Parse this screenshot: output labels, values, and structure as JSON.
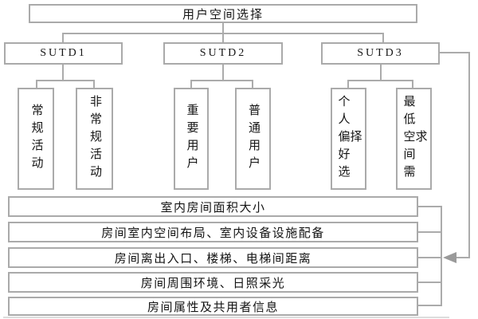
{
  "diagram": {
    "type": "flowchart",
    "title_box": {
      "label": "用户空间选择"
    },
    "branches": [
      {
        "label": "SUTD1",
        "children": [
          {
            "label": "常规活动"
          },
          {
            "label": "非常规活动"
          }
        ]
      },
      {
        "label": "SUTD2",
        "children": [
          {
            "label": "重要用户"
          },
          {
            "label": "普通用户"
          }
        ]
      },
      {
        "label": "SUTD3",
        "children": [
          {
            "label": "个人偏好选择"
          },
          {
            "label": "最低空间需求"
          }
        ]
      }
    ],
    "criteria_rows": [
      "室内房间面积大小",
      "房间室内空间布局、室内设备设施配备",
      "房间离出入口、楼梯、电梯间距离",
      "房间周围环境、日照采光",
      "房间属性及共用者信息"
    ],
    "colors": {
      "background": "#ffffff",
      "border": "#aaaaaa",
      "line": "#ababab",
      "arrow": "#9a9a9a",
      "text": "#141414"
    }
  }
}
